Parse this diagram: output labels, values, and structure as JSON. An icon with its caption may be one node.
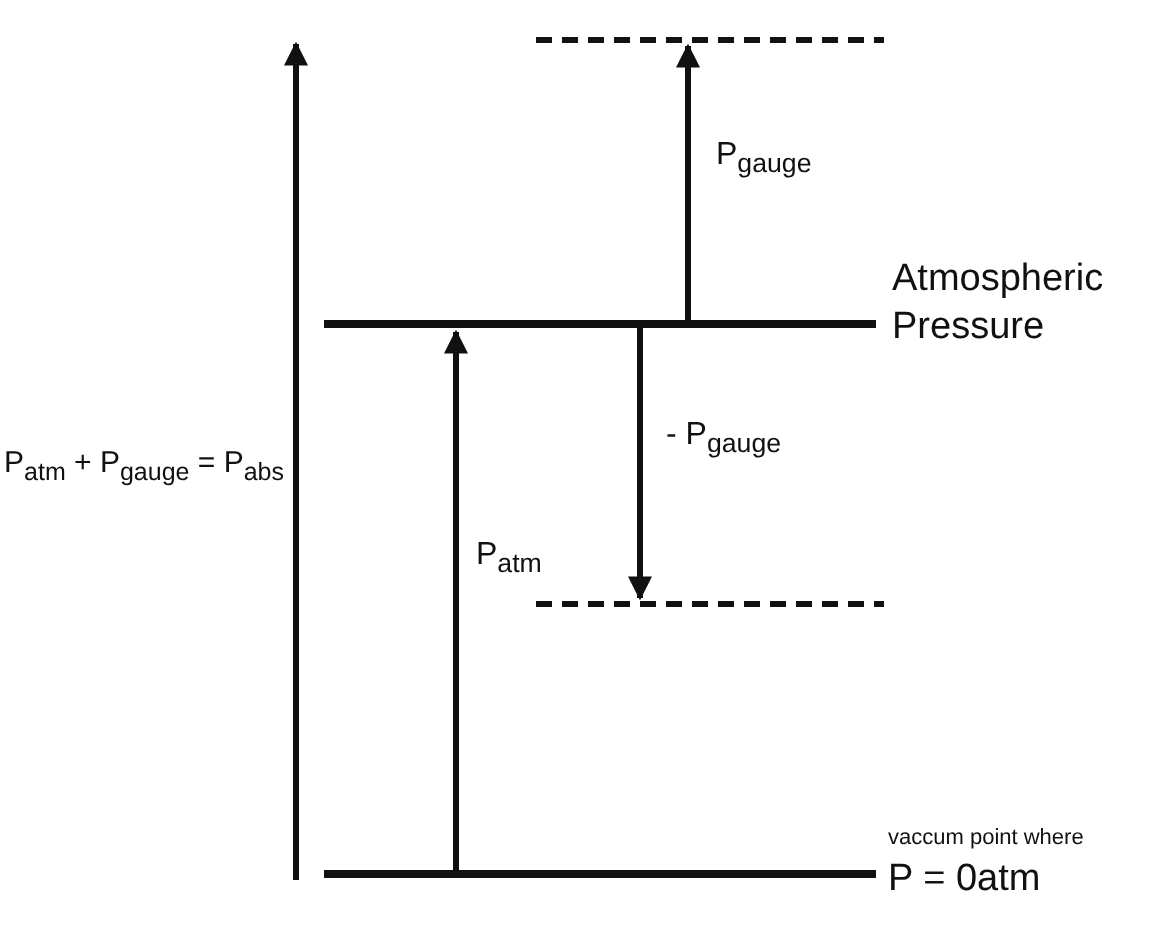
{
  "diagram": {
    "labels": [
      "P$_{gauge}$",
      "Atmospheric Pressure",
      "P$_{atm}$ + P$_{gauge}$ = P$_{abs}$",
      "- P$_{gauge}$",
      "P$_{atm}$",
      "vaccum point where",
      "P = 0atm"
    ]
  }
}
